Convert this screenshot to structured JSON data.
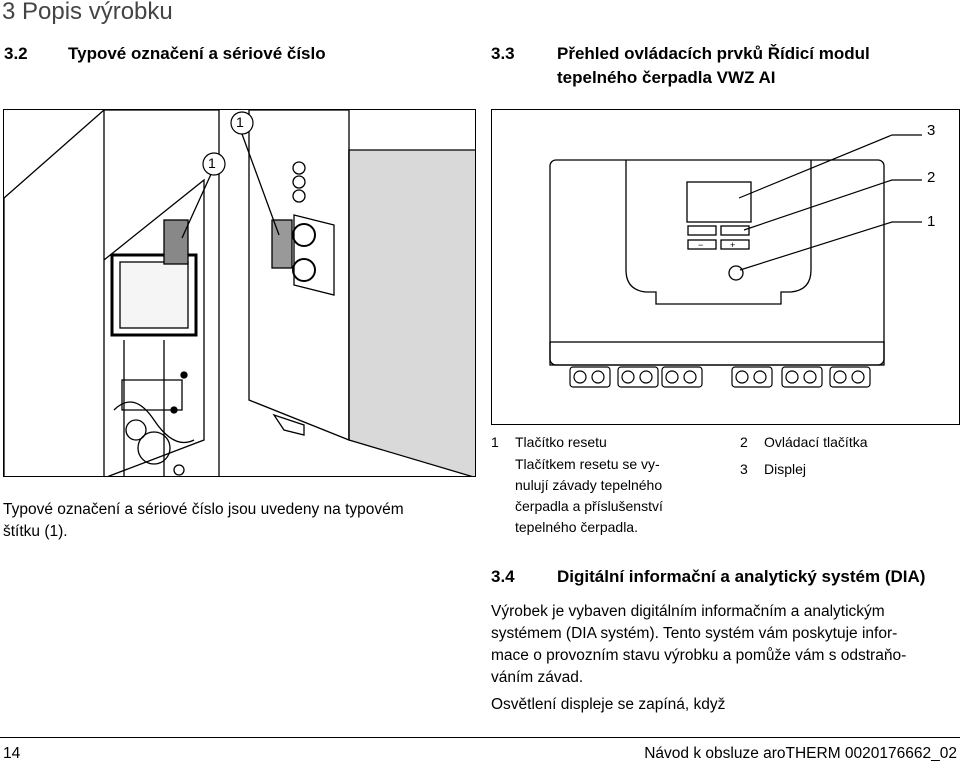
{
  "chapter": "3 Popis výrobku",
  "sec32": {
    "num": "3.2",
    "title": "Typové označení a sériové číslo"
  },
  "sec33": {
    "num": "3.3",
    "title_line1": "Přehled ovládacích prvků Řídicí modul",
    "title_line2": "tepelného čerpadla VWZ AI"
  },
  "fig_left": {
    "callout_a": "1",
    "callout_b": "1"
  },
  "fig_right": {
    "callout_3": "3",
    "callout_2": "2",
    "callout_1": "1"
  },
  "left_text": {
    "line1": "Typové označení a sériové číslo jsou uvedeny na typovém",
    "line2": "štítku (1)."
  },
  "legend": [
    {
      "n": "1",
      "title": "Tlačítko resetu",
      "desc": [
        "Tlačítkem resetu se vy-",
        "nulují závady tepelného",
        "čerpadla a příslušenství",
        "tepelného čerpadla."
      ]
    },
    {
      "n": "2",
      "title": "Ovládací tlačítka"
    },
    {
      "n": "3",
      "title": "Displej"
    }
  ],
  "sec34": {
    "num": "3.4",
    "title": "Digitální informační a analytický systém (DIA)",
    "para1": [
      "Výrobek je vybaven digitálním informačním a analytickým",
      "systémem (DIA systém). Tento systém vám poskytuje infor-",
      "mace o provozním stavu výrobku a pomůže vám s odstraňo-",
      "váním závad."
    ],
    "para2": "Osvětlení displeje se zapíná, když"
  },
  "footer": {
    "page": "14",
    "doc": "Návod k obsluze aroTHERM 0020176662_02"
  }
}
